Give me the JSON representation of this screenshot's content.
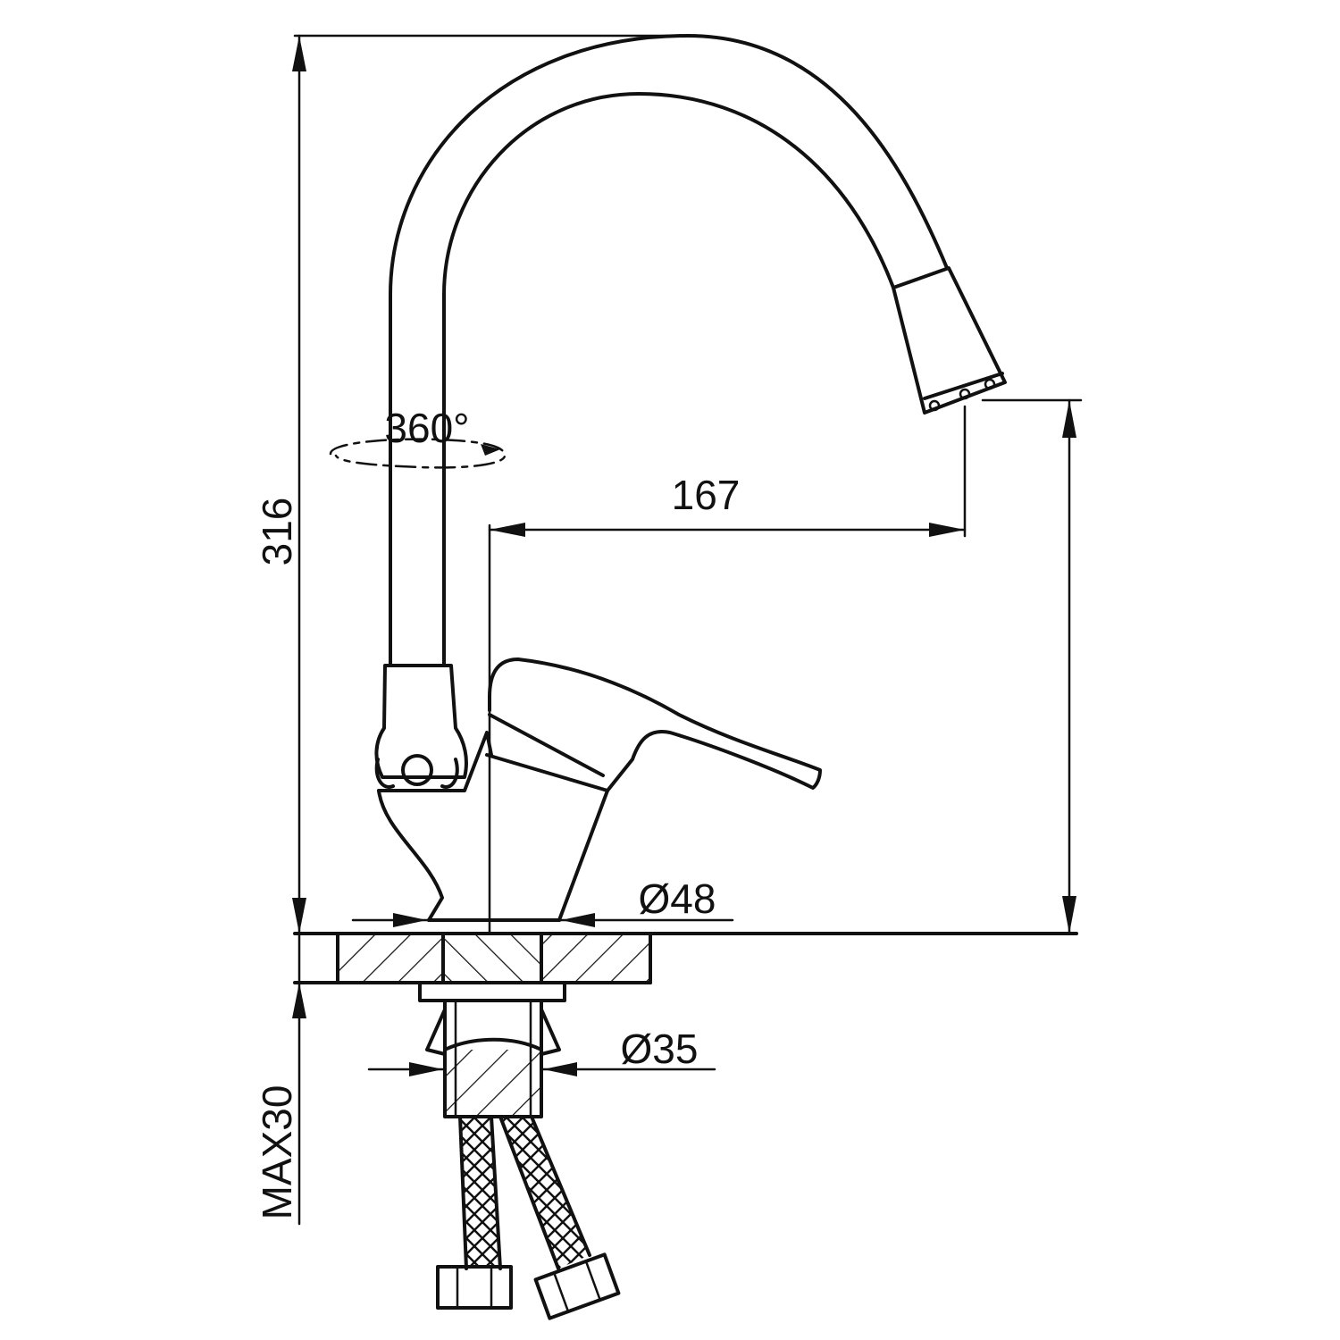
{
  "drawing": {
    "labels": {
      "overall_height": "316",
      "rotation": "360°",
      "spout_reach": "167",
      "base_diameter": "Ø48",
      "shank_diameter": "Ø35",
      "max_thickness": "MAX30"
    }
  }
}
